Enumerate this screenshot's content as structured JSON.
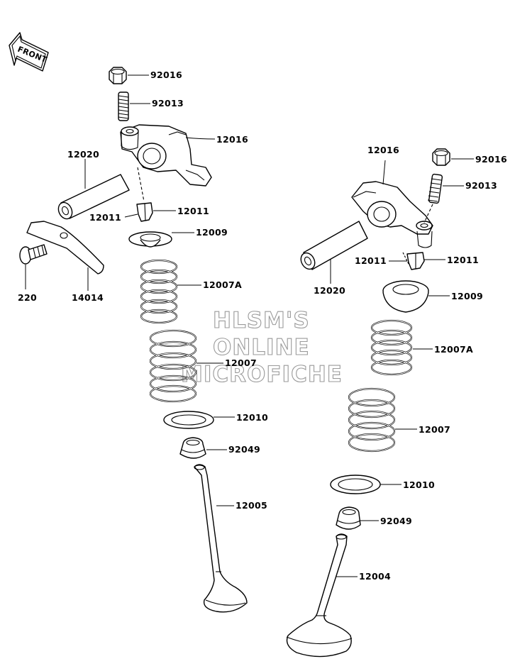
{
  "front_marker": {
    "text": "FRONT"
  },
  "watermark": {
    "lines": [
      "HLSM'S",
      "ONLINE",
      "MICROFICHE"
    ]
  },
  "labels": {
    "nut_left": "92016",
    "screw_left": "92013",
    "rocker_left": "12016",
    "shaft_left": "12020",
    "cotter_left_a": "12011",
    "cotter_left_b": "12011",
    "retainer_left": "12009",
    "bolt": "220",
    "plate": "14014",
    "inner_spring_left": "12007A",
    "outer_spring_left": "12007",
    "seat_left": "12010",
    "seal_left": "92049",
    "valve_left": "12005",
    "rocker_right": "12016",
    "nut_right": "92016",
    "screw_right": "92013",
    "shaft_right": "12020",
    "cotter_right_a": "12011",
    "cotter_right_b": "12011",
    "retainer_right": "12009",
    "inner_spring_right": "12007A",
    "outer_spring_right": "12007",
    "seat_right": "12010",
    "seal_right": "92049",
    "valve_right": "12004"
  }
}
